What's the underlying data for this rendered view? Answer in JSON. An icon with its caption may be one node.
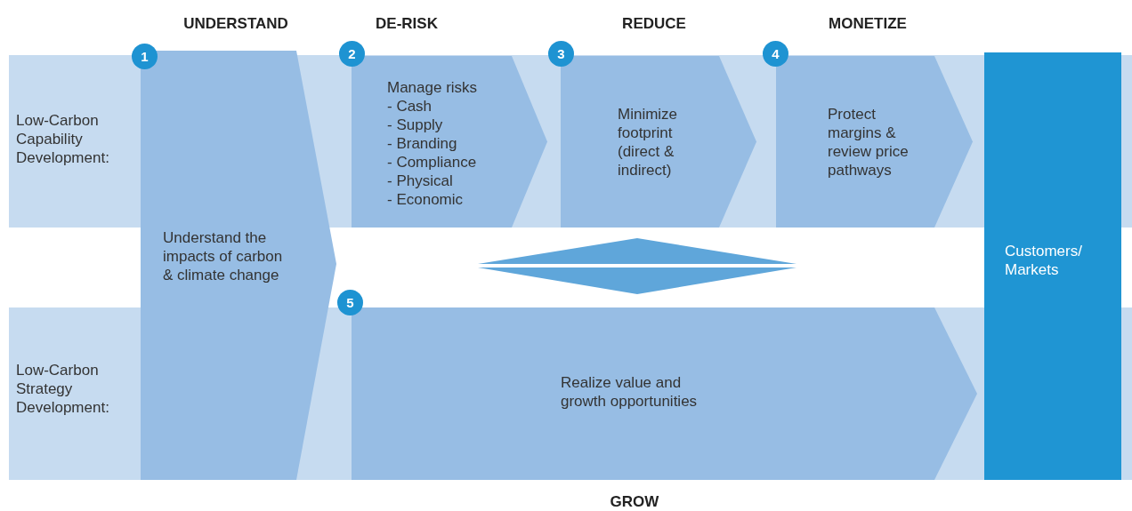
{
  "diagram": {
    "nodes": [
      {
        "text": [
          "Low-Carbon Capability Development:"
        ]
      },
      {
        "text": [
          "Low-Carbon Strategy Development:"
        ]
      },
      {
        "text": [
          "1",
          "Understand the impacts of carbon & climate change"
        ]
      },
      {
        "text": [
          "2",
          "Manage risks",
          "- Cash",
          "- Supply",
          "- Branding",
          "- Compliance",
          "- Physical",
          "- Economic"
        ],
        "in": 0
      },
      {
        "text": [
          "3",
          "Minimize footprint (direct & indirect)"
        ],
        "in": 0
      },
      {
        "text": [
          "4",
          "Protect margins & review price pathways"
        ],
        "in": 0
      },
      {
        "text": [
          "5",
          "Realize value and growth opportunities"
        ],
        "in": 1
      },
      {
        "text": [
          "Customers/ Markets"
        ]
      }
    ],
    "labels": [
      "UNDERSTAND",
      "DE-RISK",
      "REDUCE",
      "MONETIZE",
      "GROW"
    ]
  }
}
